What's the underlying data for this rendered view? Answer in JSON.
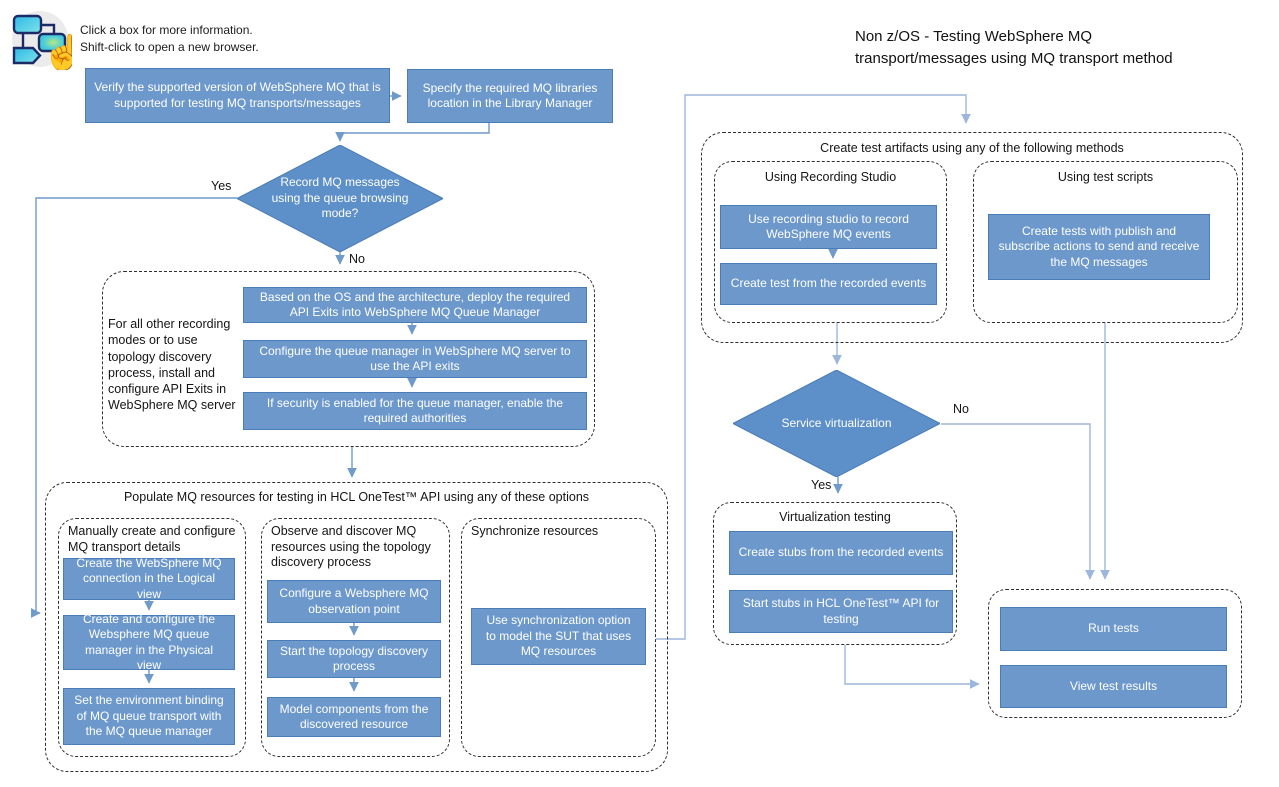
{
  "header": {
    "instructions_line1": "Click a box for more information.",
    "instructions_line2": "Shift-click to open a new browser.",
    "title_line1": "Non z/OS - Testing WebSphere MQ",
    "title_line2": "transport/messages using MQ transport method"
  },
  "icon": {
    "name": "flowchart-click-icon"
  },
  "colors": {
    "box_fill": "#6c98cc",
    "box_border": "#4a7cb8",
    "diamond_fill": "#5d8fc9",
    "connector_mid": "#6f9ac9",
    "connector_light": "#9cb6dc"
  },
  "flow": {
    "verify": "Verify the supported version of WebSphere MQ that is supported for testing MQ transports/messages",
    "specify": "Specify the required  MQ libraries location in the Library Manager",
    "record_decision": {
      "question": "Record MQ messages using the queue browsing mode?",
      "yes": "Yes",
      "no": "No"
    },
    "api_exits_group": {
      "note": "For all other recording modes or to use topology discovery process, install and configure API Exits in WebSphere MQ server",
      "steps": [
        "Based on the OS and the architecture, deploy the required API Exits into WebSphere MQ Queue Manager",
        "Configure the queue manager in WebSphere MQ server to use the API exits",
        "If security is enabled for the queue manager, enable the required authorities"
      ]
    },
    "populate_group": {
      "title": "Populate MQ resources for testing in HCL OneTest™ API using any of these options",
      "manual": {
        "title": "Manually create and configure MQ transport details",
        "steps": [
          "Create the WebSphere MQ connection in the Logical view",
          "Create and configure the Websphere MQ queue manager in the Physical view",
          "Set the environment binding of MQ queue transport with the MQ queue manager"
        ]
      },
      "observe": {
        "title": "Observe and discover MQ resources using the topology discovery process",
        "steps": [
          "Configure a Websphere MQ observation point",
          "Start the topology discovery process",
          "Model components from the discovered resource"
        ]
      },
      "sync": {
        "title": "Synchronize resources",
        "steps": [
          "Use synchronization option to model the SUT that uses MQ resources"
        ]
      }
    },
    "artifacts_group": {
      "title": "Create test artifacts using any of the following methods",
      "recording": {
        "title": "Using Recording Studio",
        "steps": [
          "Use recording studio to record WebSphere MQ events",
          "Create test from the recorded events"
        ]
      },
      "scripts": {
        "title": "Using test scripts",
        "steps": [
          "Create tests with publish and subscribe actions to send and receive the MQ messages"
        ]
      }
    },
    "service_decision": {
      "question": "Service virtualization",
      "yes": "Yes",
      "no": "No"
    },
    "virtualization_group": {
      "title": "Virtualization testing",
      "steps": [
        "Create stubs from the recorded events",
        "Start stubs in HCL OneTest™ API for testing"
      ]
    },
    "results_group": {
      "steps": [
        "Run tests",
        "View test results"
      ]
    }
  }
}
